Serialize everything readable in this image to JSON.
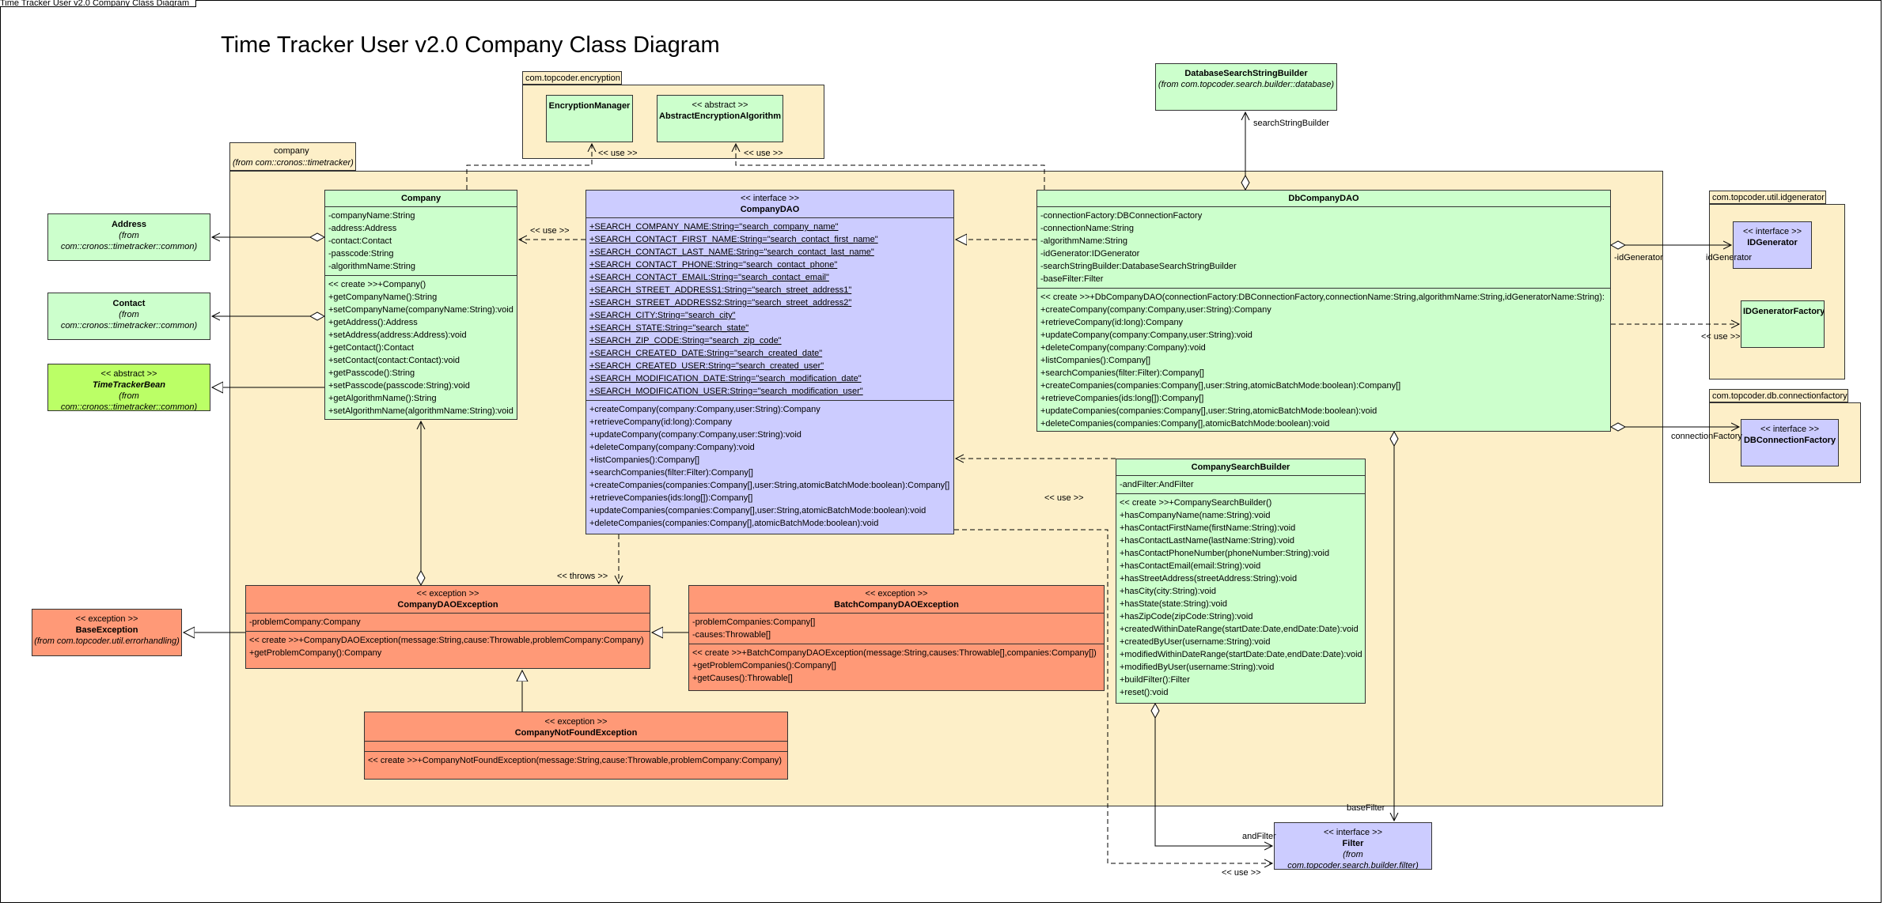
{
  "frame_title": "Time Tracker User v2.0 Company Class Diagram",
  "title": "Time Tracker User v2.0 Company Class Diagram",
  "packages": {
    "encryption": {
      "name": "com.topcoder.encryption"
    },
    "company": {
      "name": "company",
      "from": "(from com::cronos::timetracker)"
    },
    "idgenerator": {
      "name": "com.topcoder.util.idgenerator"
    },
    "connectionfactory": {
      "name": "com.topcoder.db.connectionfactory"
    }
  },
  "classes": {
    "address": {
      "name": "Address",
      "from": "(from com::cronos::timetracker::common)"
    },
    "contact": {
      "name": "Contact",
      "from": "(from com::cronos::timetracker::common)"
    },
    "timetrackerbean": {
      "stereotype": "<< abstract >>",
      "name": "TimeTrackerBean",
      "from": "(from com::cronos::timetracker::common)"
    },
    "baseexception": {
      "stereotype": "<< exception >>",
      "name": "BaseException",
      "from": "(from com.topcoder.util.errorhandling)"
    },
    "encryptionmanager": {
      "name": "EncryptionManager"
    },
    "abstractencryption": {
      "stereotype": "<< abstract >>",
      "name": "AbstractEncryptionAlgorithm"
    },
    "dbsearchbuilder": {
      "name": "DatabaseSearchStringBuilder",
      "from": "(from com.topcoder.search.builder::database)"
    },
    "idgenerator": {
      "stereotype": "<< interface >>",
      "name": "IDGenerator"
    },
    "idgeneratorfactory": {
      "name": "IDGeneratorFactory"
    },
    "dbconnectionfactory": {
      "stereotype": "<< interface >>",
      "name": "DBConnectionFactory"
    },
    "filter": {
      "stereotype": "<< interface >>",
      "name": "Filter",
      "from": "(from com.topcoder.search.builder.filter)"
    },
    "company": {
      "name": "Company",
      "attributes": [
        "-companyName:String",
        "-address:Address",
        "-contact:Contact",
        "-passcode:String",
        "-algorithmName:String"
      ],
      "operations": [
        "<< create >>+Company()",
        "+getCompanyName():String",
        "+setCompanyName(companyName:String):void",
        "+getAddress():Address",
        "+setAddress(address:Address):void",
        "+getContact():Contact",
        "+setContact(contact:Contact):void",
        "+getPasscode():String",
        "+setPasscode(passcode:String):void",
        "+getAlgorithmName():String",
        "+setAlgorithmName(algorithmName:String):void"
      ]
    },
    "companydao": {
      "stereotype": "<< interface >>",
      "name": "CompanyDAO",
      "attributes": [
        "+SEARCH_COMPANY_NAME:String=\"search_company_name\"",
        "+SEARCH_CONTACT_FIRST_NAME:String=\"search_contact_first_name\"",
        "+SEARCH_CONTACT_LAST_NAME:String=\"search_contact_last_name\"",
        "+SEARCH_CONTACT_PHONE:String=\"search_contact_phone\"",
        "+SEARCH_CONTACT_EMAIL:String=\"search_contact_email\"",
        "+SEARCH_STREET_ADDRESS1:String=\"search_street_address1\"",
        "+SEARCH_STREET_ADDRESS2:String=\"search_street_address2\"",
        "+SEARCH_CITY:String=\"search_city\"",
        "+SEARCH_STATE:String=\"search_state\"",
        "+SEARCH_ZIP_CODE:String=\"search_zip_code\"",
        "+SEARCH_CREATED_DATE:String=\"search_created_date\"",
        "+SEARCH_CREATED_USER:String=\"search_created_user\"",
        "+SEARCH_MODIFICATION_DATE:String=\"search_modification_date\"",
        "+SEARCH_MODIFICATION_USER:String=\"search_modification_user\""
      ],
      "operations": [
        "+createCompany(company:Company,user:String):Company",
        "+retrieveCompany(id:long):Company",
        "+updateCompany(company:Company,user:String):void",
        "+deleteCompany(company:Company):void",
        "+listCompanies():Company[]",
        "+searchCompanies(filter:Filter):Company[]",
        "+createCompanies(companies:Company[],user:String,atomicBatchMode:boolean):Company[]",
        "+retrieveCompanies(ids:long[]):Company[]",
        "+updateCompanies(companies:Company[],user:String,atomicBatchMode:boolean):void",
        "+deleteCompanies(companies:Company[],atomicBatchMode:boolean):void"
      ]
    },
    "dbcompanydao": {
      "name": "DbCompanyDAO",
      "attributes": [
        "-connectionFactory:DBConnectionFactory",
        "-connectionName:String",
        "-algorithmName:String",
        "-idGenerator:IDGenerator",
        "-searchStringBuilder:DatabaseSearchStringBuilder",
        "-baseFilter:Filter"
      ],
      "operations": [
        "<< create >>+DbCompanyDAO(connectionFactory:DBConnectionFactory,connectionName:String,algorithmName:String,idGeneratorName:String):",
        "+createCompany(company:Company,user:String):Company",
        "+retrieveCompany(id:long):Company",
        "+updateCompany(company:Company,user:String):void",
        "+deleteCompany(company:Company):void",
        "+listCompanies():Company[]",
        "+searchCompanies(filter:Filter):Company[]",
        "+createCompanies(companies:Company[],user:String,atomicBatchMode:boolean):Company[]",
        "+retrieveCompanies(ids:long[]):Company[]",
        "+updateCompanies(companies:Company[],user:String,atomicBatchMode:boolean):void",
        "+deleteCompanies(companies:Company[],atomicBatchMode:boolean):void"
      ]
    },
    "companysearchbuilder": {
      "name": "CompanySearchBuilder",
      "attributes": [
        "-andFilter:AndFilter"
      ],
      "operations": [
        "<< create >>+CompanySearchBuilder()",
        "+hasCompanyName(name:String):void",
        "+hasContactFirstName(firstName:String):void",
        "+hasContactLastName(lastName:String):void",
        "+hasContactPhoneNumber(phoneNumber:String):void",
        "+hasContactEmail(email:String):void",
        "+hasStreetAddress(streetAddress:String):void",
        "+hasCity(city:String):void",
        "+hasState(state:String):void",
        "+hasZipCode(zipCode:String):void",
        "+createdWithinDateRange(startDate:Date,endDate:Date):void",
        "+createdByUser(username:String):void",
        "+modifiedWithinDateRange(startDate:Date,endDate:Date):void",
        "+modifiedByUser(username:String):void",
        "+buildFilter():Filter",
        "+reset():void"
      ]
    },
    "companydaoexception": {
      "stereotype": "<< exception >>",
      "name": "CompanyDAOException",
      "attributes": [
        "-problemCompany:Company"
      ],
      "operations": [
        "<< create >>+CompanyDAOException(message:String,cause:Throwable,problemCompany:Company)",
        "+getProblemCompany():Company"
      ]
    },
    "batchcompanydaoexception": {
      "stereotype": "<< exception >>",
      "name": "BatchCompanyDAOException",
      "attributes": [
        "-problemCompanies:Company[]",
        "-causes:Throwable[]"
      ],
      "operations": [
        "<< create >>+BatchCompanyDAOException(message:String,causes:Throwable[],companies:Company[])",
        "+getProblemCompanies():Company[]",
        "+getCauses():Throwable[]"
      ]
    },
    "companynotfoundexception": {
      "stereotype": "<< exception >>",
      "name": "CompanyNotFoundException",
      "attributes": [],
      "operations": [
        "<< create >>+CompanyNotFoundException(message:String,cause:Throwable,problemCompany:Company)"
      ]
    }
  },
  "labels": {
    "use": "<< use >>",
    "throws": "<< throws >>",
    "searchStringBuilder": "searchStringBuilder",
    "idGenerator_role": "-idGenerator",
    "idGenerator_end": "idGenerator",
    "connectionFactory": "connectionFactory",
    "baseFilter": "baseFilter",
    "andFilter": "andFilter"
  }
}
